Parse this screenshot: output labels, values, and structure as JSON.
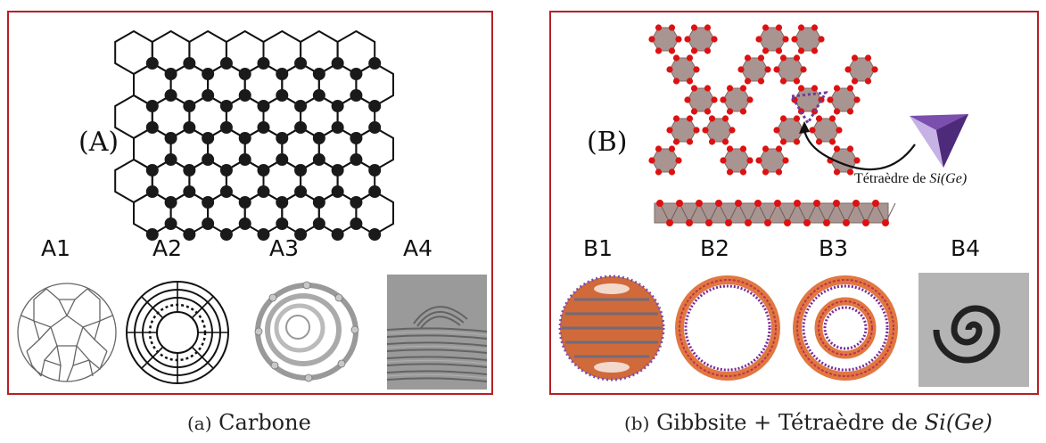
{
  "panel_a": {
    "main_label": "(A)",
    "sub_labels": [
      "A1",
      "A2",
      "A3",
      "A4"
    ],
    "caption_tag": "(a)",
    "caption_text": "Carbone",
    "colors": {
      "border": "#b52025",
      "atom": "#1a1a1a"
    }
  },
  "panel_b": {
    "main_label": "(B)",
    "sub_labels": [
      "B1",
      "B2",
      "B3",
      "B4"
    ],
    "tetra_label_prefix": "Tétraèdre de",
    "tetra_label_formula": "Si(Ge)",
    "caption_tag": "(b)",
    "caption_text": "Gibbsite + Tétraèdre de",
    "caption_formula": "Si(Ge)",
    "colors": {
      "octahedron": "#a89490",
      "oxygen": "#dd1111",
      "tetrahedron": "#6a3d9a"
    }
  }
}
